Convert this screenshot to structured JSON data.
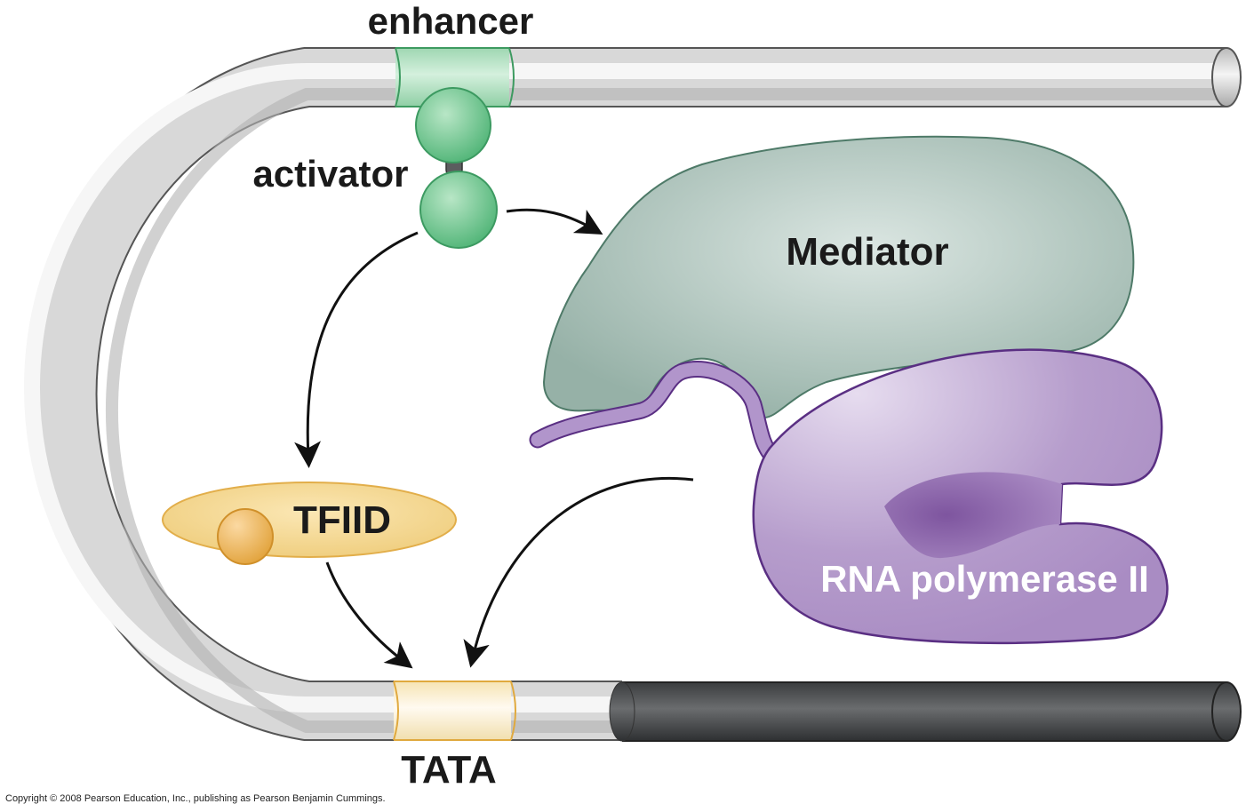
{
  "labels": {
    "enhancer": "enhancer",
    "activator": "activator",
    "mediator": "Mediator",
    "tfiid": "TFIID",
    "rna_polymerase": "RNA polymerase II",
    "tata": "TATA"
  },
  "copyright": "Copyright © 2008 Pearson Education, Inc., publishing as Pearson Benjamin Cummings.",
  "colors": {
    "dna": "#e4e4e4",
    "dna_dark": "#4a4c4e",
    "enhancer": "#bfe6cc",
    "activator": "#7ecb98",
    "mediator": "#a9c2b9",
    "polymerase": "#b49bcb",
    "tfiid": "#f2d795",
    "tata": "#fff4d6"
  }
}
